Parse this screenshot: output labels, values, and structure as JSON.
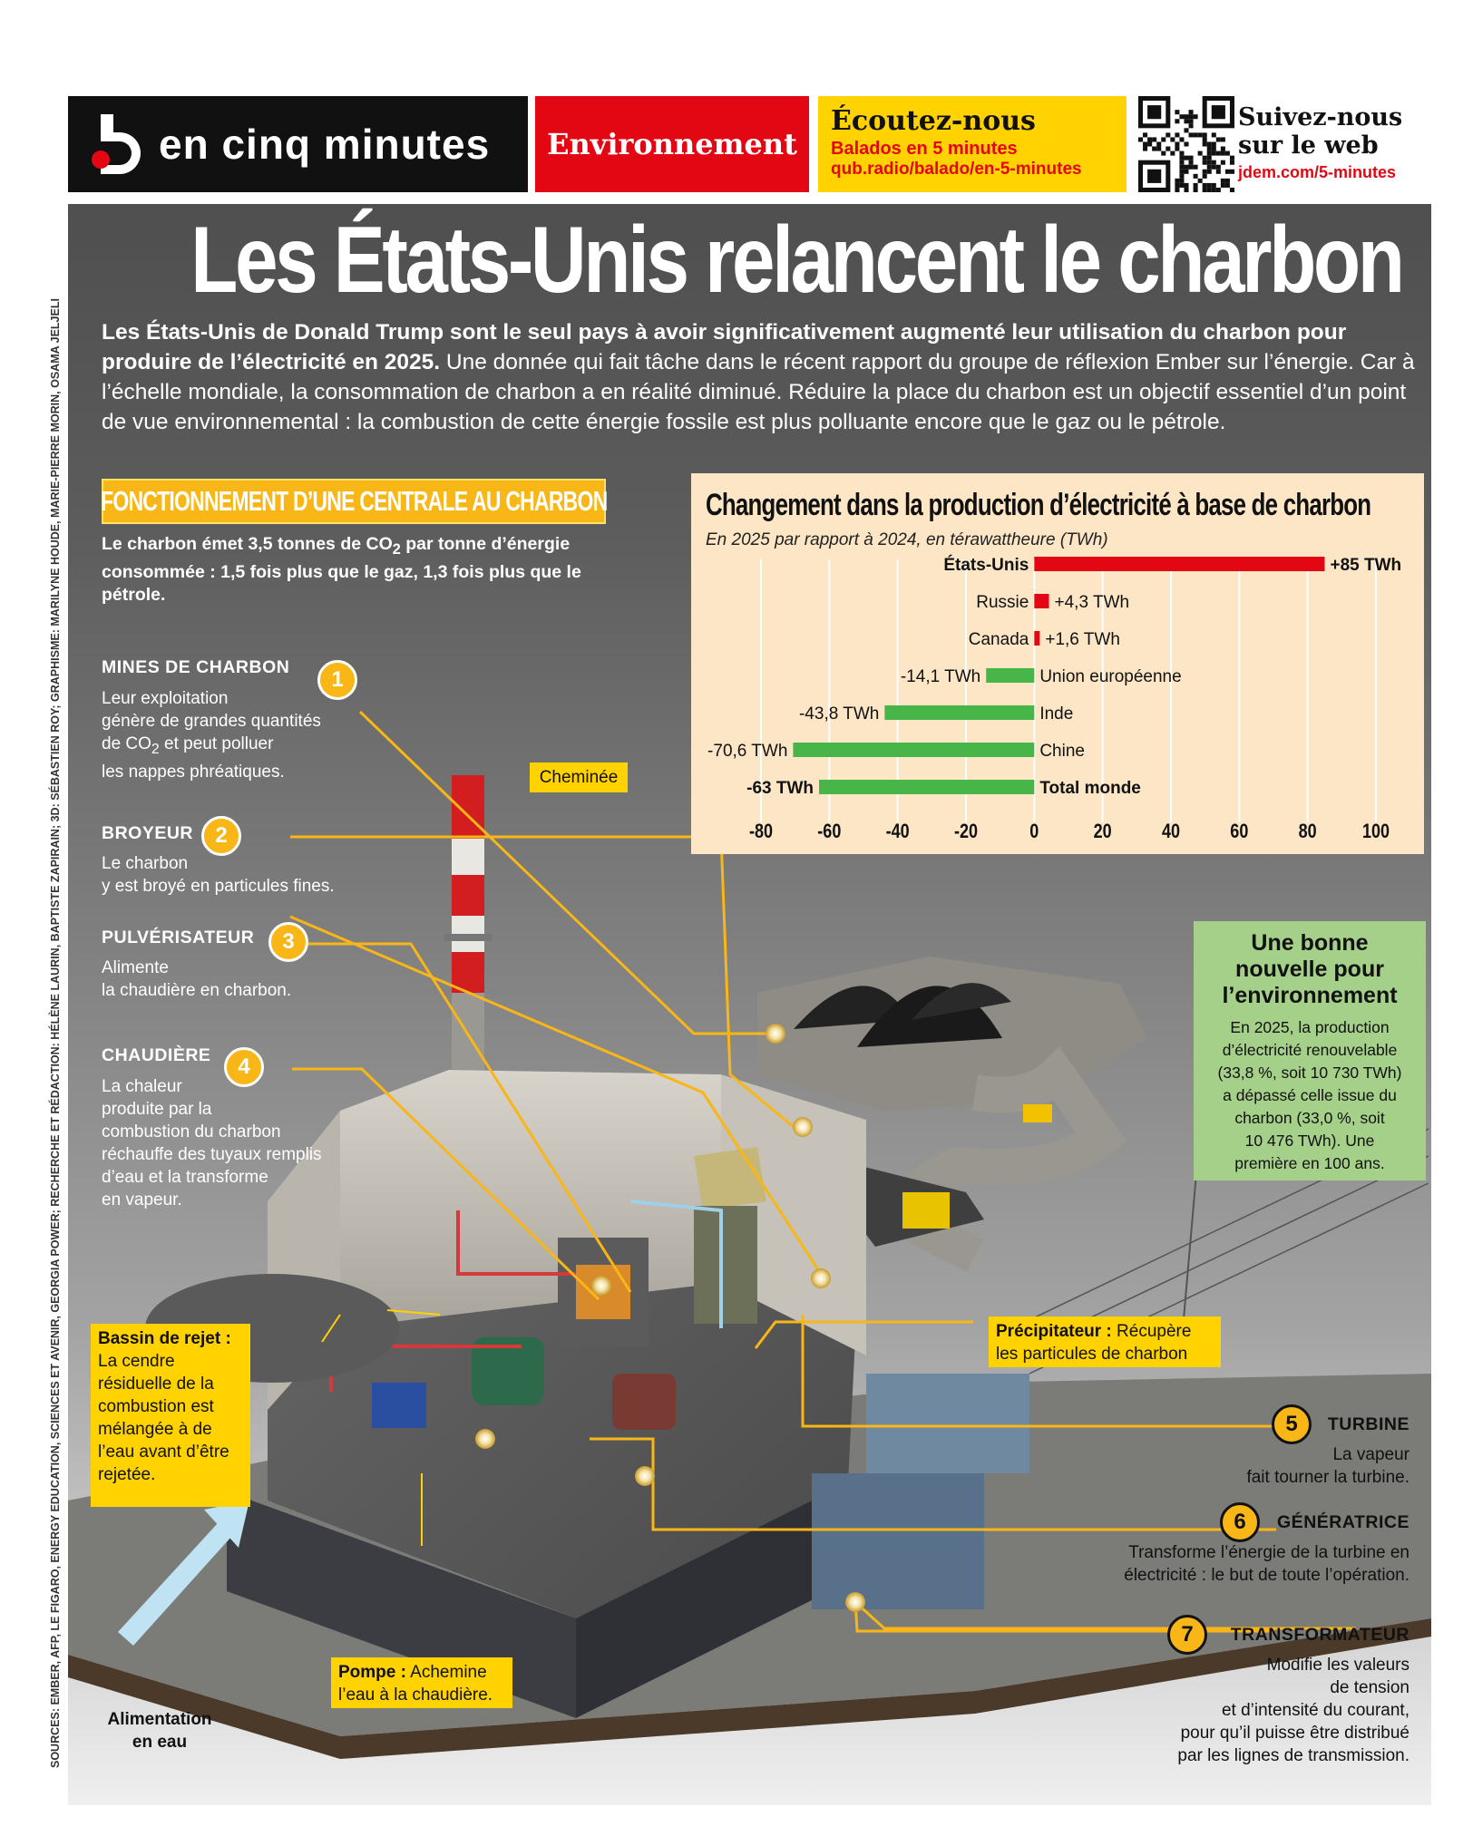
{
  "header": {
    "brand": "en cinq minutes",
    "section": "Environnement",
    "listen": {
      "title": "Écoutez-nous",
      "subtitle": "Balados en 5 minutes",
      "url": "qub.radio/balado/en-5-minutes"
    },
    "follow": {
      "line1": "Suivez-nous",
      "line2": "sur le web",
      "url": "jdem.com/5-minutes"
    }
  },
  "article": {
    "title": "Les États-Unis relancent le charbon",
    "intro_bold": "Les États-Unis de Donald Trump sont le seul pays à avoir significativement augmenté leur utilisation du charbon pour produire de l’électricité en 2025.",
    "intro_rest": " Une donnée qui fait tâche dans le récent rapport du groupe de réflexion Ember sur l’énergie. Car à l’échelle mondiale, la consommation de charbon a en réalité diminué. Réduire la place du charbon est un objectif essentiel d’un point de vue environnemental : la combustion de cette énergie fossile est plus polluante encore que le gaz ou le pétrole."
  },
  "credits": "SOURCES: EMBER, AFP, LE FIGARO, ENERGY EDUCATION, SCIENCES ET AVENIR, GEORGIA POWER; RECHERCHE ET RÉDACTION: HÉLÈNE LAURIN, BAPTISTE ZAPIRAIN; 3D: SÉBASTIEN ROY; GRAPHISME: MARILYNE HOUDE, MARIE-PIERRE MORIN, OSAMA JELJELI",
  "functioning": {
    "title": "FONCTIONNEMENT D’UNE CENTRALE AU CHARBON",
    "desc_1": "Le charbon émet 3,5 tonnes de CO",
    "desc_sub": "2",
    "desc_2": " par tonne d’énergie consommée : 1,5 fois plus que le gaz, 1,3 fois plus que le pétrole."
  },
  "steps": [
    {
      "num": "1",
      "title": "MINES DE CHARBON",
      "text_a": "Leur exploitation",
      "text_b": "génère de grandes quantités",
      "text_c": "de CO",
      "text_sub": "2",
      "text_d": " et peut polluer",
      "text_e": "les nappes phréatiques."
    },
    {
      "num": "2",
      "title": "BROYEUR",
      "text_a": "Le charbon",
      "text_b": "y est broyé en particules fines."
    },
    {
      "num": "3",
      "title": "PULVÉRISATEUR",
      "text_a": "Alimente",
      "text_b": "la chaudière en charbon."
    },
    {
      "num": "4",
      "title": "CHAUDIÈRE",
      "text": [
        "La chaleur",
        "produite par la",
        "combustion du charbon",
        "réchauffe des tuyaux remplis",
        "d’eau et la transforme",
        "en vapeur."
      ]
    },
    {
      "num": "5",
      "title": "TURBINE",
      "text": [
        "La vapeur",
        "fait tourner la turbine."
      ]
    },
    {
      "num": "6",
      "title": "GÉNÉRATRICE",
      "text": [
        "Transforme l’énergie de la turbine en",
        "électricité : le but de toute l’opération."
      ]
    },
    {
      "num": "7",
      "title": "TRANSFORMATEUR",
      "text": [
        "Modifie les valeurs",
        "de tension",
        "et d’intensité du courant,",
        "pour qu’il puisse être distribué",
        "par les lignes de transmission."
      ]
    }
  ],
  "labels": {
    "chimney": "Cheminée",
    "basin_bold": "Bassin de rejet :",
    "basin_text": [
      "La cendre",
      "résiduelle de la",
      "combustion est",
      "mélangée à de",
      "l’eau avant d’être",
      "rejetée."
    ],
    "precip_bold": "Précipitateur :",
    "precip_text_1": " Récupère",
    "precip_text_2": "les particules de charbon",
    "pump_bold": "Pompe :",
    "pump_text_1": " Achemine",
    "pump_text_2": "l’eau à la chaudière.",
    "water": [
      "Alimentation",
      "en eau"
    ]
  },
  "good_news": {
    "title": [
      "Une bonne",
      "nouvelle pour",
      "l’environnement"
    ],
    "text": [
      "En 2025, la production",
      "d’électricité renouvelable",
      "(33,8 %, soit 10 730 TWh)",
      "a dépassé celle issue du",
      "charbon (33,0 %, soit",
      "10 476 TWh). Une",
      "première en 100 ans."
    ]
  },
  "colors": {
    "red": "#e30613",
    "yellow": "#ffd200",
    "orange": "#f8b617",
    "green": "#48b548",
    "chart_bg": "#fde6c5",
    "good_bg": "#a5d08a"
  },
  "chart_data": {
    "type": "bar",
    "orientation": "horizontal",
    "title": "Changement dans la production d’électricité à base de charbon",
    "subtitle": "En 2025 par rapport à 2024, en térawattheure (TWh)",
    "categories": [
      "États-Unis",
      "Russie",
      "Canada",
      "Union européenne",
      "Inde",
      "Chine",
      "Total monde"
    ],
    "values": [
      85,
      4.3,
      1.6,
      -14.1,
      -43.8,
      -70.6,
      -63
    ],
    "value_labels": [
      "+85 TWh",
      "+4,3 TWh",
      "+1,6 TWh",
      "-14,1 TWh",
      "-43,8 TWh",
      "-70,6 TWh",
      "-63 TWh"
    ],
    "bold_categories": [
      "États-Unis",
      "Total monde"
    ],
    "xlim": [
      -80,
      100
    ],
    "xticks": [
      "-80",
      "-60",
      "-40",
      "-20",
      "0",
      "20",
      "40",
      "60",
      "80",
      "100"
    ],
    "colors": {
      "positive": "#e30613",
      "negative": "#48b548"
    },
    "grid": true
  }
}
